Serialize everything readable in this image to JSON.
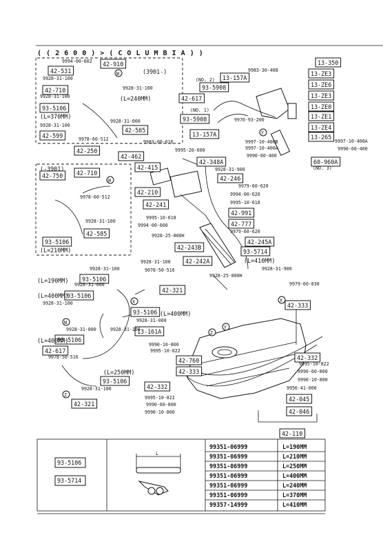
{
  "header": {
    "title": "( ( 2 6 0 0 ) > ( C O L U M B I A ) )"
  },
  "inset_top": {
    "label": "(3901-)"
  },
  "inset_mid": {
    "label": "(-3901)"
  },
  "boxed_parts": [
    "42-910",
    "42-531",
    "42-710",
    "93-5106",
    "42-599",
    "42-585",
    "42-250",
    "42-462",
    "42-415",
    "42-348A",
    "42-246",
    "42-210",
    "42-241",
    "42-991",
    "42-777",
    "42-245A",
    "93-5714",
    "42-243B",
    "42-242A",
    "42-750",
    "42-710",
    "42-585",
    "93-5106",
    "93-5106",
    "93-5106",
    "42-321",
    "93-5106",
    "13-161A",
    "93-5106",
    "42-617",
    "93-5106",
    "42-321",
    "42-760",
    "42-333",
    "42-332",
    "42-333",
    "42-332",
    "42-045",
    "42-046",
    "42-110",
    "13-350",
    "13-ZE3",
    "13-ZE6",
    "13-ZE3",
    "13-ZE0",
    "13-ZE1",
    "13-ZE4",
    "13-265",
    "13-157A",
    "93-5908",
    "42-617",
    "93-5908",
    "13-157A",
    "60-960A"
  ],
  "small_labels": [
    "9994-00-602",
    "9928-31-100",
    "9928-31-100",
    "9928-31-100",
    "9928-31-000",
    "9928-31-100",
    "9978-60-512",
    "9983-00-616",
    "9995-20-600",
    "9928-31-900",
    "9979-60-620",
    "9994-00-620",
    "9995-10-618",
    "9995-10-618",
    "9994-00-600",
    "9979-60-620",
    "9928-25-800H",
    "9928-31-900",
    "9928-25-800H",
    "9978-60-512",
    "9928-31-100",
    "9928-31-100",
    "9928-31-100",
    "9078-50-516",
    "9928-31-000",
    "9928-31-100",
    "9928-31-000",
    "9928-31-000",
    "9928-31-100",
    "9078-50-516",
    "9928-31-100",
    "9983-30-408",
    "9970-93-200",
    "9997-10-400B",
    "9997-10-400A",
    "9990-60-400",
    "9997-10-400A",
    "9990-60-400",
    "9979-60-830",
    "9995-10-822",
    "9990-60-800",
    "9990-10-800",
    "9956-41-000",
    "9990-10-800",
    "9995-10-822",
    "9995-10-822",
    "9990-60-800",
    "9990-10-800"
  ],
  "lengths": {
    "top_a": "(L=240MM)",
    "top_b": "(L=370MM)",
    "mid": "(L=210MM)",
    "left_a": "(L=190MM)",
    "left_b": "(L=400MM)",
    "left_c": "(L=400MM)",
    "left_d": "(L=400MM)",
    "left_e": "(L=250MM)",
    "right": "(L=410MM)"
  },
  "notes": {
    "no1": "(NO. 1)",
    "no2": "(NO. 2)",
    "no3": "(NO. 3)"
  },
  "callouts": {
    "w": "W",
    "x": "X",
    "y": "Y",
    "z": "Z"
  },
  "table": {
    "left_parts": [
      "93-5106",
      "93-5714"
    ],
    "dim_label": "L",
    "rows": [
      {
        "part": "99351-06999",
        "len": "L=190MM"
      },
      {
        "part": "99351-06999",
        "len": "L=210MM"
      },
      {
        "part": "99351-06999",
        "len": "L=250MM"
      },
      {
        "part": "99351-06999",
        "len": "L=400MM"
      },
      {
        "part": "99351-06999",
        "len": "L=240MM"
      },
      {
        "part": "99351-06999",
        "len": "L=370MM"
      },
      {
        "part": "99357-14999",
        "len": "L=410MM"
      }
    ]
  }
}
